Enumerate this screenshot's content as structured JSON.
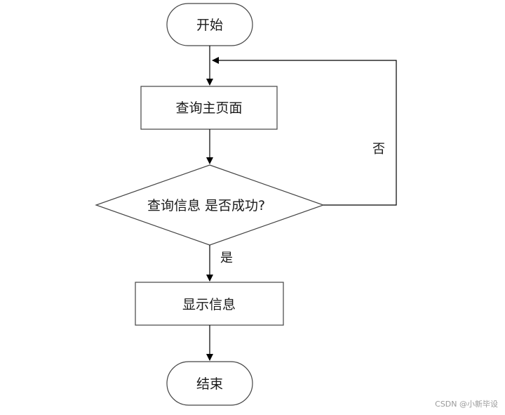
{
  "nodes": {
    "start": "开始",
    "query_home": "查询主页面",
    "decision": "查询信息 是否成功?",
    "show_info": "显示信息",
    "end": "结束"
  },
  "edges": {
    "no_label": "否",
    "yes_label": "是"
  },
  "watermark": "CSDN @小新毕设"
}
